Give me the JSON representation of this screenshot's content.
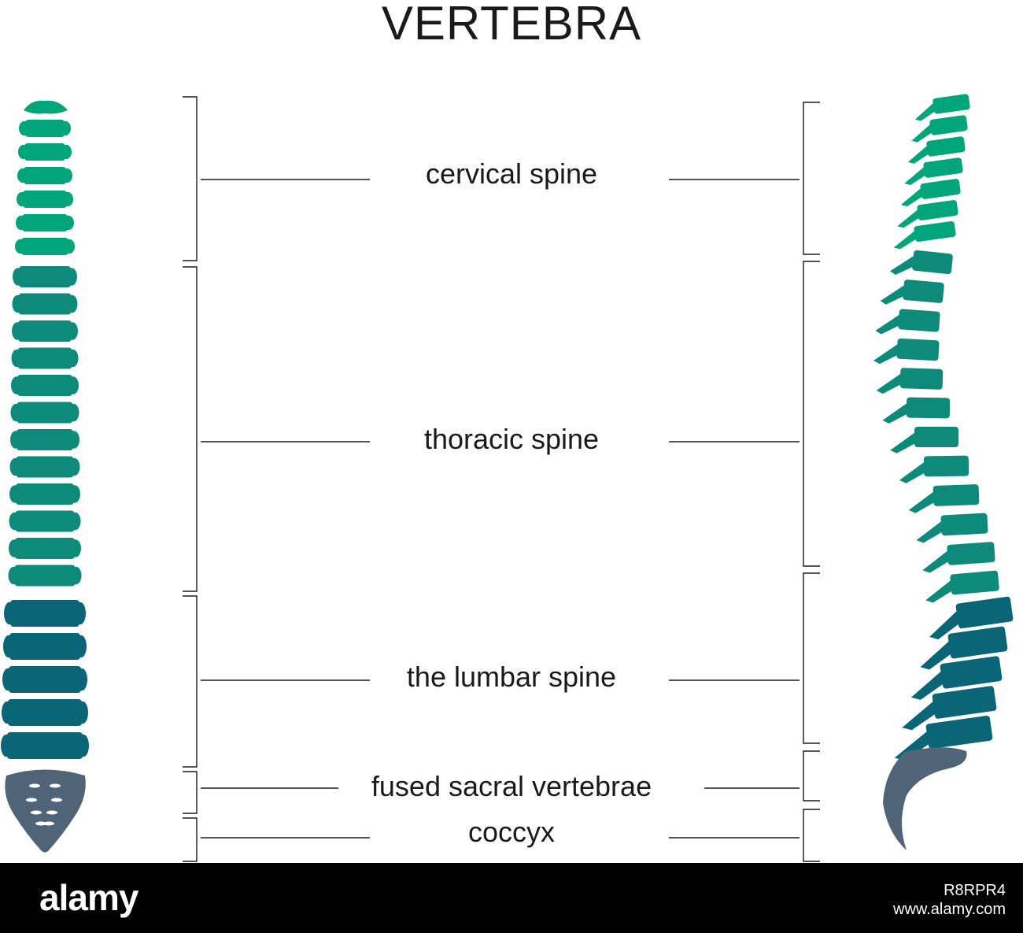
{
  "title": "VERTEBRA",
  "regions": [
    {
      "label": "cervical spine",
      "icon": "cervical-region"
    },
    {
      "label": "thoracic spine",
      "icon": "thoracic-region"
    },
    {
      "label": "the lumbar spine",
      "icon": "lumbar-region"
    },
    {
      "label": "fused sacral vertebrae",
      "icon": "sacral-region"
    },
    {
      "label": "coccyx",
      "icon": "coccyx-region"
    }
  ],
  "colors": {
    "cervical": "#00a67a",
    "thoracic": "#0d8a79",
    "lumbar": "#0a6677",
    "sacrum": "#4f6476",
    "line": "#1a1a1a"
  },
  "footer": {
    "logo": "alamy",
    "image_id": "R8RPR4",
    "url": "www.alamy.com"
  }
}
